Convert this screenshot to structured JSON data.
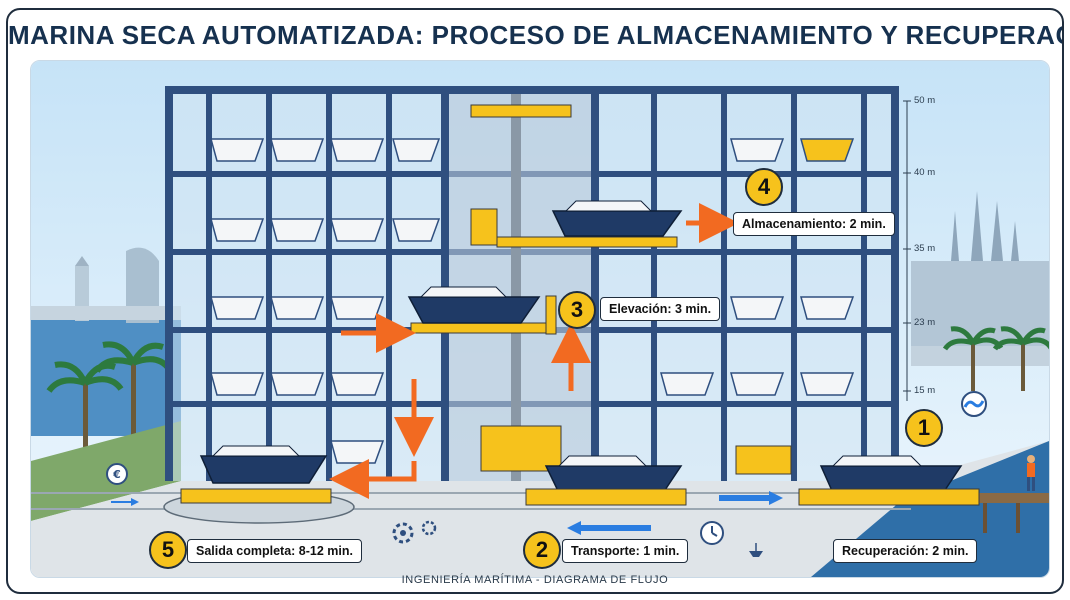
{
  "title": "MARINA SECA AUTOMATIZADA: PROCESO DE ALMACENAMIENTO Y RECUPERACIÓN",
  "footer": "INGENIERÍA MARÍTIMA - DIAGRAMA DE FLUJO",
  "steps": [
    {
      "number": "1",
      "label": ""
    },
    {
      "number": "2",
      "label": "Transporte: 1 min."
    },
    {
      "number": "3",
      "label": "Elevación: 3 min."
    },
    {
      "number": "4",
      "label": "Almacenamiento: 2 min."
    },
    {
      "number": "5",
      "label": "Salida completa: 8-12 min."
    }
  ],
  "recovery_label": "Recuperación: 2 min.",
  "height_markers": [
    "50 m",
    "40 m",
    "35 m",
    "23 m",
    "15 m"
  ],
  "colors": {
    "structure": "#2f4f7f",
    "accent_yellow": "#f6c21c",
    "arrow_orange": "#f26a21",
    "arrow_blue": "#2a7de1",
    "water": "#2f6fa8",
    "sky": "#dceefa"
  },
  "icons": [
    "gear-icon",
    "clock-icon",
    "wave-icon",
    "euro-icon",
    "boat-icon"
  ]
}
